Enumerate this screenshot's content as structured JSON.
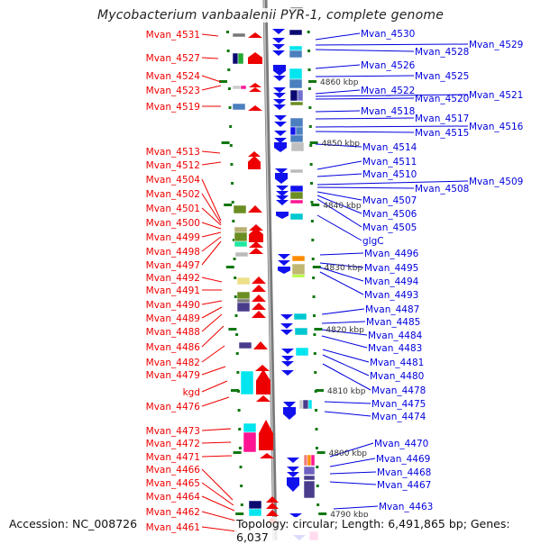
{
  "title": "Mycobacterium vanbaalenii PYR-1, complete genome",
  "footer": {
    "accession": "Accession: NC_008726",
    "topology": "Topology: circular; Length: 6,491,865 bp; Genes: 6,037"
  },
  "colors": {
    "left_label": "#ee0000",
    "right_label": "#0000dd",
    "backbone": "#999999",
    "tick": "#117711",
    "forward_arrow": "#ee0000",
    "reverse_arrow": "#1111ee"
  },
  "kbp_labels": [
    "4860 kbp",
    "4850 kbp",
    "4840 kbp",
    "4830 kbp",
    "4820 kbp",
    "4810 kbp",
    "4800 kbp",
    "4790 kbp"
  ],
  "left_genes": [
    "Mvan_4531",
    "Mvan_4527",
    "Mvan_4524",
    "Mvan_4523",
    "Mvan_4519",
    "Mvan_4513",
    "Mvan_4512",
    "Mvan_4504",
    "Mvan_4502",
    "Mvan_4501",
    "Mvan_4500",
    "Mvan_4499",
    "Mvan_4498",
    "Mvan_4497",
    "Mvan_4492",
    "Mvan_4491",
    "Mvan_4490",
    "Mvan_4489",
    "Mvan_4488",
    "Mvan_4486",
    "Mvan_4482",
    "Mvan_4479",
    "kgd",
    "Mvan_4476",
    "Mvan_4473",
    "Mvan_4472",
    "Mvan_4471",
    "Mvan_4466",
    "Mvan_4465",
    "Mvan_4464",
    "Mvan_4462",
    "Mvan_4461"
  ],
  "right_genes": [
    "Mvan_4530",
    "Mvan_4529",
    "Mvan_4528",
    "Mvan_4526",
    "Mvan_4525",
    "Mvan_4522",
    "Mvan_4521",
    "Mvan_4520",
    "Mvan_4518",
    "Mvan_4517",
    "Mvan_4516",
    "Mvan_4515",
    "Mvan_4514",
    "Mvan_4511",
    "Mvan_4510",
    "Mvan_4509",
    "Mvan_4508",
    "Mvan_4507",
    "Mvan_4506",
    "Mvan_4505",
    "glgC",
    "Mvan_4496",
    "Mvan_4495",
    "Mvan_4494",
    "Mvan_4493",
    "Mvan_4487",
    "Mvan_4485",
    "Mvan_4484",
    "Mvan_4483",
    "Mvan_4481",
    "Mvan_4480",
    "Mvan_4478",
    "Mvan_4475",
    "Mvan_4474",
    "Mvan_4470",
    "Mvan_4469",
    "Mvan_4468",
    "Mvan_4467",
    "Mvan_4463"
  ]
}
